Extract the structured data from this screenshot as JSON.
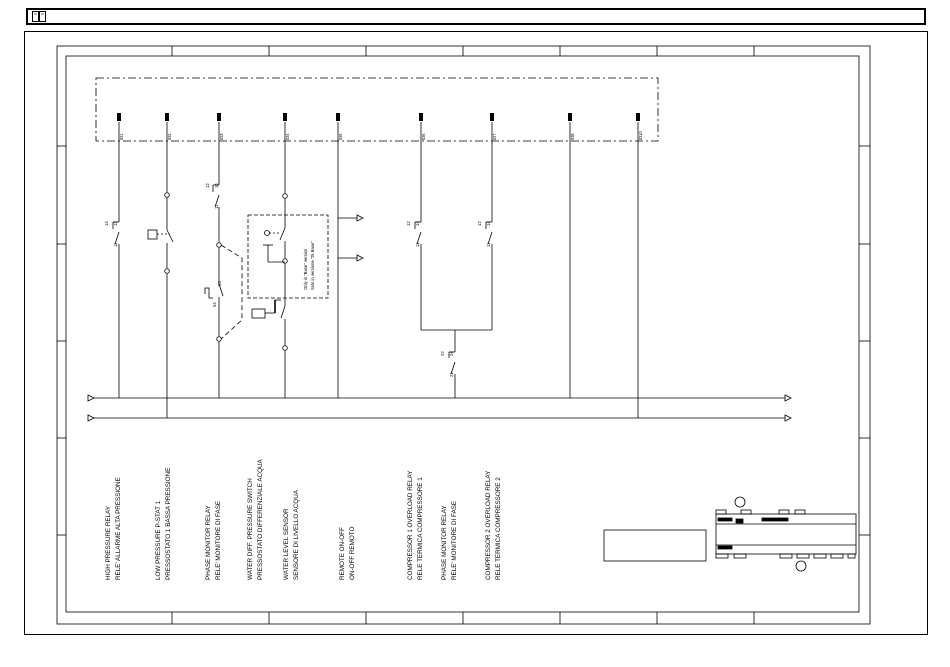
{
  "toolbar": {
    "icon": "book-icon"
  },
  "inputs": [
    {
      "id": "ID1",
      "label_line1": "HIGH PRESSURE RELAY",
      "label_line2": "RELE' ALLARME ALTA PRESSIONE"
    },
    {
      "id": "ID2",
      "label_line1": "LOW PRESSURE P-STAT 1",
      "label_line2": "PRESSOSTATO 1 BASSA PRESSIONE"
    },
    {
      "id": "ID3",
      "label_line1": "PHASE MONITOR RELAY",
      "label_line2": "RELE' MONITORE DI FASE"
    },
    {
      "id": "ID4",
      "label_line1": "WATER DIFF. PRESSURE SWITCH",
      "label_line2": "PRESSOSTATO DIFFERENZIALE ACQUA",
      "label_line3": "WATER LEVEL SENSOR",
      "label_line4": "SENSORE DI LIVELLO ACQUA"
    },
    {
      "id": "ID5",
      "label_line1": "REMOTE ON-OFF",
      "label_line2": "ON-OFF REMOTO"
    },
    {
      "id": "ID6",
      "label_line1": "COMPRESSOR 1 OVERLOAD RELAY",
      "label_line2": "RELE TERMICA COMPRESSORE 1"
    },
    {
      "id": "ID7",
      "label_line1": "PHASE MONITOR RELAY",
      "label_line2": "RELE' MONITORE DI FASE"
    },
    {
      "id": "ID8",
      "label_line1": "COMPRESSOR 2 OVERLOAD RELAY",
      "label_line2": "RELE TERMICA COMPRESSORE 2"
    },
    {
      "id": "ID10"
    }
  ],
  "contacts": {
    "c1": [
      "14",
      "12",
      "11"
    ],
    "c3a": [
      "12",
      "14",
      "11"
    ],
    "c3b": [
      "53",
      "54"
    ],
    "c6": [
      "12",
      "14",
      "11"
    ],
    "c7": [
      "12",
      "14",
      "11"
    ],
    "c8": [
      "22",
      "24",
      "21"
    ]
  },
  "note": {
    "line1": "Only in \"Base\" version",
    "line2": "Solo in versione \"Di Base\""
  },
  "colors": {
    "line": "#000000",
    "background": "#ffffff"
  }
}
